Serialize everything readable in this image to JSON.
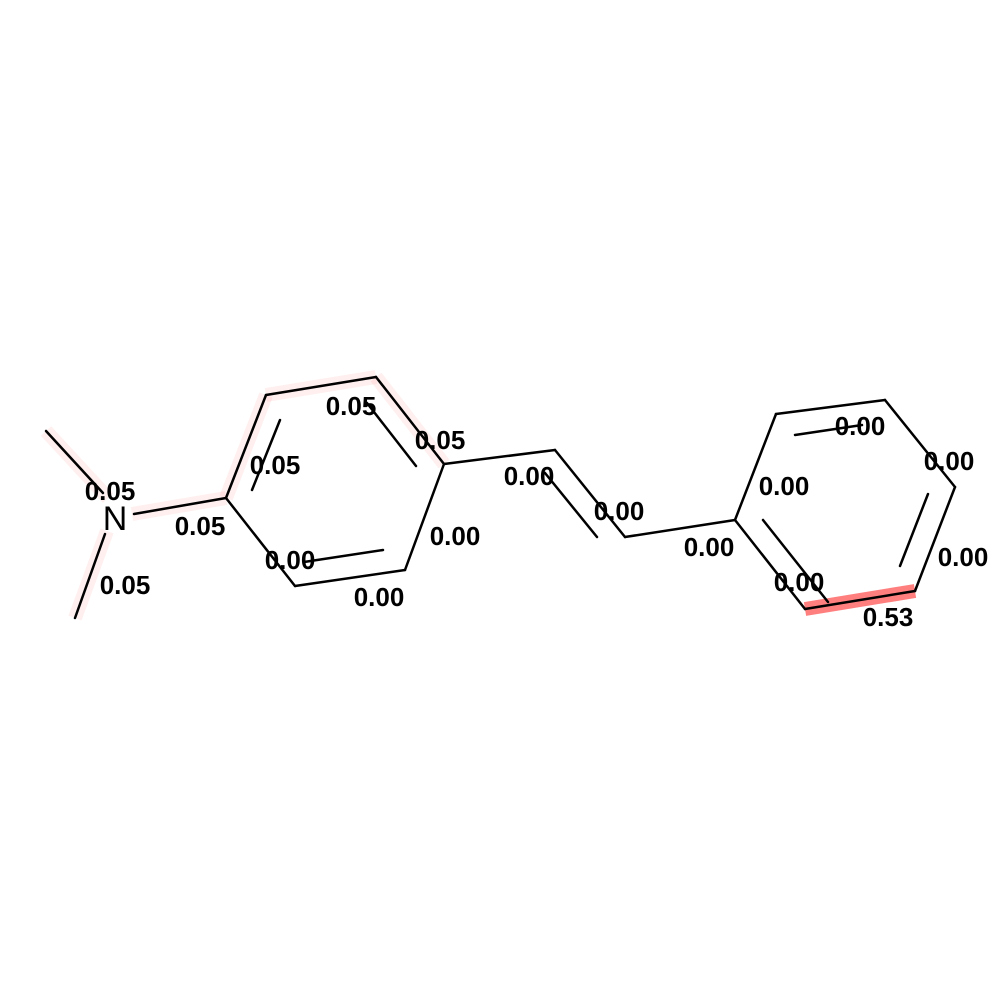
{
  "colors": {
    "background": "#ffffff",
    "bond": "#000000",
    "highlight": "#ff7f7f"
  },
  "atoms": {
    "nitrogen": "N"
  },
  "bond_weights": {
    "n_methyl_top": "0.05",
    "n_methyl_bottom": "0.05",
    "n_to_ring": "0.05",
    "ring1_upper_left": "0.05",
    "ring1_top": "0.05",
    "ring1_upper_right": "0.05",
    "ring1_lower_right": "0.00",
    "ring1_bottom": "0.00",
    "ring1_lower_left": "0.00",
    "vinyl_left": "0.00",
    "vinyl_double": "0.00",
    "vinyl_right": "0.00",
    "ring2_upper_left": "0.00",
    "ring2_top": "0.00",
    "ring2_upper_right": "0.00",
    "ring2_lower_right": "0.00",
    "ring2_bottom": "0.53",
    "ring2_lower_left": "0.00"
  }
}
